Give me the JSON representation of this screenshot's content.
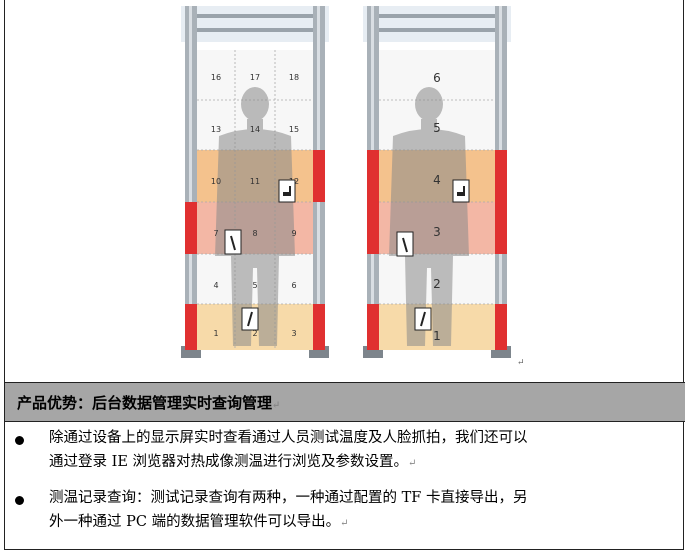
{
  "gate_left": {
    "cells": [
      [
        "16",
        "17",
        "18"
      ],
      [
        "13",
        "14",
        "15"
      ],
      [
        "10",
        "11",
        "12"
      ],
      [
        "7",
        "8",
        "9"
      ],
      [
        "4",
        "5",
        "6"
      ],
      [
        "1",
        "2",
        "3"
      ]
    ]
  },
  "gate_right": {
    "zones": [
      "6",
      "5",
      "4",
      "3",
      "2",
      "1"
    ]
  },
  "return_mark": "↵",
  "section": {
    "title": "产品优势：后台数据管理实时查询管理",
    "mark": "↵"
  },
  "bullets": [
    {
      "line1": "除通过设备上的显示屏实时查看通过人员测试温度及人脸抓拍，我们还可以",
      "line2": "通过登录 IE 浏览器对热成像测温进行浏览及参数设置。",
      "mark": "↵"
    },
    {
      "line1": "测温记录查询：测试记录查询有两种，一种通过配置的 TF 卡直接导出，另",
      "line2": "外一种通过 PC 端的数据管理软件可以导出。",
      "mark": "↵"
    }
  ],
  "colors": {
    "highlight_red": "#e03030",
    "highlight_orange": "#f3b06a",
    "highlight_peach": "#f6d6a0",
    "section_bar": "#a6a6a6",
    "gate_frame": "#c9d3dc"
  }
}
